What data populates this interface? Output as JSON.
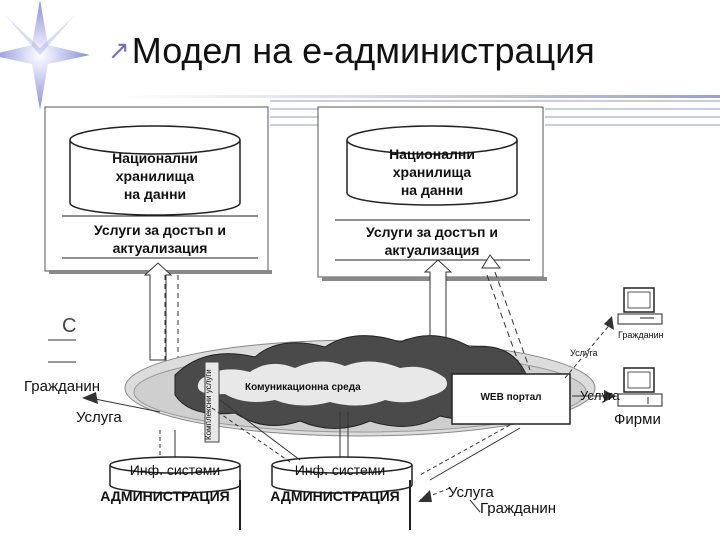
{
  "title": {
    "bullet": "↗",
    "text": "Модел на е-администрация"
  },
  "repos": [
    {
      "line1": "Национални",
      "line2": "хранилища",
      "line3": "на данни",
      "services1": "Услуги за достъп и",
      "services2": "актуализация"
    },
    {
      "line1": "Национални",
      "line2": "хранилища",
      "line3": "на данни",
      "services1": "Услуги за достъп и",
      "services2": "актуализация"
    }
  ],
  "network": {
    "label": "Комуникационна среда",
    "vertical_label": "Комплексни услуги"
  },
  "portal": {
    "label": "WEB портал"
  },
  "left_actor": {
    "label": "Гражданин",
    "service": "Услуга"
  },
  "right_top": {
    "service": "Услуга",
    "label": "Гражданин"
  },
  "right_mid": {
    "service": "Услуга",
    "label": "Фирми"
  },
  "admins": [
    {
      "system": "Инф. системи",
      "label": "АДМИНИСТРАЦИЯ"
    },
    {
      "system": "Инф. системи",
      "label": "АДМИНИСТРАЦИЯ"
    }
  ],
  "bottom_right": {
    "service": "Услуга",
    "label": "Гражданин"
  },
  "colors": {
    "accent": "#7a6bc4",
    "star": "#6f79d8",
    "cloud": "#d9d9d9"
  }
}
